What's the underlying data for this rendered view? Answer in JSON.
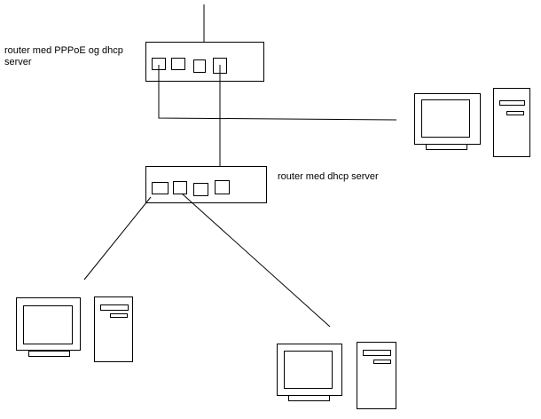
{
  "labels": {
    "router_top": "router med PPPoE og dhcp\nserver",
    "router_bottom": "router med dhcp server"
  },
  "colors": {
    "stroke": "#000000",
    "background": "#ffffff"
  },
  "devices": {
    "routers": [
      "router-pppoe-dhcp",
      "router-dhcp"
    ],
    "computers": [
      "computer-right",
      "computer-left",
      "computer-bottom"
    ]
  }
}
